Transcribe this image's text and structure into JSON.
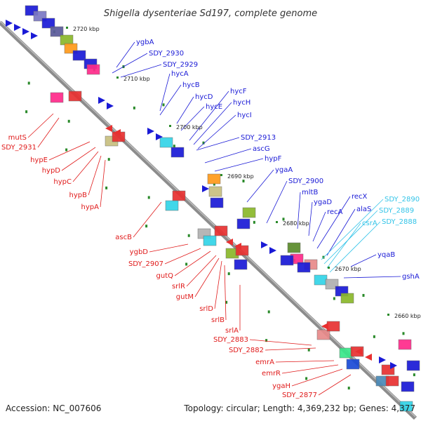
{
  "title": "Shigella dysenteriae Sd197, complete genome",
  "footer": {
    "accession": "Accession: NC_007606",
    "topology": "Topology: circular; Length: 4,369,232 bp; Genes: 4,377"
  },
  "colors": {
    "forward_label": "#1a1ad6",
    "reverse_label": "#e01a1a",
    "rna_label": "#33c4e8",
    "backbone": "#8c8c8c",
    "dot": "#2a8a2a"
  },
  "ticks": [
    "2720 kbp",
    "2710 kbp",
    "2700 kbp",
    "2690 kbp",
    "2680 kbp",
    "2670 kbp",
    "2660 kbp"
  ],
  "forward_genes": [
    "ygbA",
    "SDY_2930",
    "SDY_2929",
    "hycA",
    "hycB",
    "hycD",
    "hycE",
    "hycF",
    "hycH",
    "hycI",
    "SDY_2913",
    "ascG",
    "hypF",
    "ygaA",
    "SDY_2900",
    "mltB",
    "ygaD",
    "recA",
    "recX",
    "alaS",
    "yqaB",
    "gshA"
  ],
  "rna_genes": [
    "SDY_2890",
    "SDY_2889",
    "csrA",
    "SDY_2888"
  ],
  "reverse_genes": [
    "mutS",
    "SDY_2931",
    "hypE",
    "hypD",
    "hypC",
    "hypB",
    "hypA",
    "ascB",
    "ygbD",
    "SDY_2907",
    "gutQ",
    "srlR",
    "gutM",
    "srlD",
    "srlB",
    "srlA",
    "SDY_2883",
    "SDY_2882",
    "emrA",
    "emrR",
    "ygaH",
    "SDY_2877"
  ]
}
